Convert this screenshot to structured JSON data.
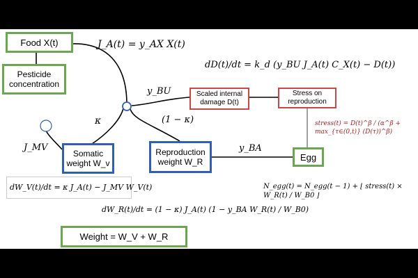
{
  "nodes": {
    "food": "Food X(t)",
    "pesticide": "Pesticide concentration",
    "somatic": "Somatic weight W_v",
    "reproduction": "Reproduction weight W_R",
    "damage": "Scaled internal damage D(t)",
    "stress_repro": "Stress on reproduction",
    "egg": "Egg",
    "weight": "Weight = W_V + W_R"
  },
  "labels": {
    "ja": "J_A(t) = y_AX X(t)",
    "ybu": "y_BU",
    "kappa": "κ",
    "one_minus_kappa": "(1 − κ)",
    "jmv": "J_MV",
    "yba": "y_BA"
  },
  "equations": {
    "damage_rate": "dD(t)/dt = k_d (y_BU J_A(t) C_X(t) − D(t))",
    "stress": "stress(t) = D(t)^β / (α^β + max_{τ∈(0,t)} (D(τ))^β)",
    "somatic_rate": "dW_V(t)/dt = κ J_A(t) − J_MV W_V(t)",
    "repro_rate": "dW_R(t)/dt = (1 − κ) J_A(t) (1 − y_BA W_R(t) / W_B0)",
    "egg_count": "N_egg(t) = N_egg(t − 1) + ⌊ stress(t) × W_R(t) / W_B0 ⌋"
  },
  "colors": {
    "green": "#6aa84f",
    "blue": "#2f5fb8",
    "red": "#cc4444",
    "stress_text": "#b31b1b"
  }
}
